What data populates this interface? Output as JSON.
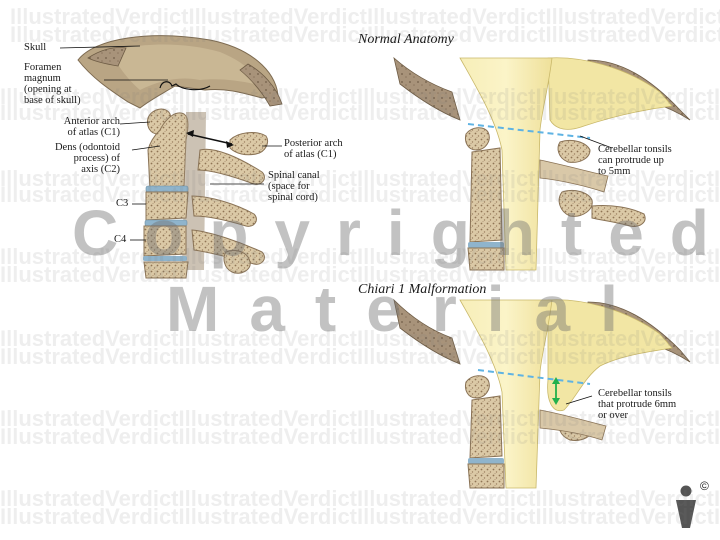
{
  "headings": {
    "normal": "Normal Anatomy",
    "chiari": "Chiari 1 Malformation"
  },
  "labels": {
    "skull": "Skull",
    "foramen": "Foramen\nmagnum\n(opening at\nbase of skull)",
    "anterior_arch": "Anterior arch\nof atlas (C1)",
    "dens": "Dens (odontoid\nprocess) of\naxis (C2)",
    "posterior_arch": "Posterior arch\nof atlas (C1)",
    "spinal_canal": "Spinal canal\n(space for\nspinal cord)",
    "c3": "C3",
    "c4": "C4",
    "normal_tonsils": "Cerebellar tonsils\ncan protrude up\nto 5mm",
    "chiari_tonsils": "Cerebellar tonsils\nthat protrude 6mm\nor over"
  },
  "watermark": {
    "pattern": "IllustratedVerdictIllustratedVerdictIllustratedVerdictIllustratedVerdictIllustratedVerdict",
    "big_line1": "Copyrighted",
    "big_line2": "Material"
  },
  "brand": {
    "copyright_symbol": "©"
  },
  "colors": {
    "bone": "#e2d3b4",
    "bone_dark": "#b79f7c",
    "bone_outline": "#8a7356",
    "marrow": "#a08462",
    "skull_grey": "#9b8770",
    "disc_blue": "#8fb4cc",
    "spinal_cord": "#f4e9a8",
    "cerebellum": "#f2e6a4",
    "dashed_line": "#5fb3e3",
    "green_marker": "#22b14c",
    "logo": "#555555"
  }
}
